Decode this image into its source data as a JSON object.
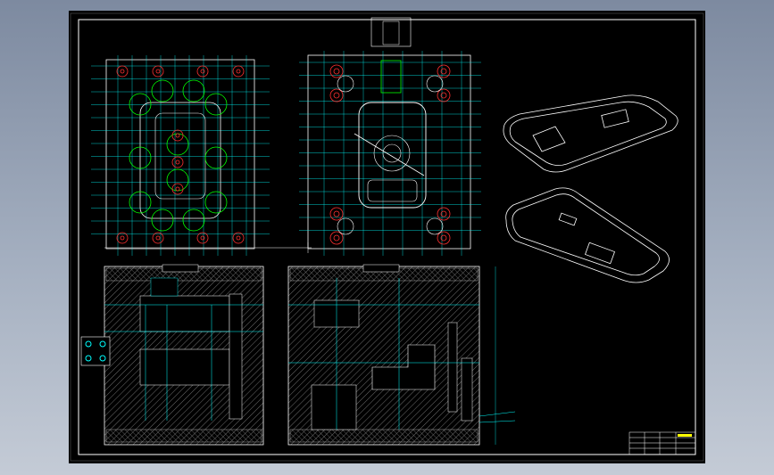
{
  "title_block": {
    "title_text": "",
    "cells": [
      "",
      "",
      "",
      "",
      "",
      ""
    ]
  },
  "colors": {
    "background_gradient_top": "#7d8aa0",
    "background_gradient_bottom": "#c4cbd6",
    "sheet": "#000000",
    "border": "#ffffff",
    "dimension": "#00ffff",
    "cooling": "#00ff00",
    "holes": "#ff3030",
    "parts": "#ffffff",
    "hatch": "#aaaaaa",
    "title_accent": "#ffff00"
  },
  "views": [
    {
      "name": "moving-half-plan-view",
      "kind": "plan"
    },
    {
      "name": "fixed-half-plan-view",
      "kind": "plan"
    },
    {
      "name": "product-isometric-top",
      "kind": "3d"
    },
    {
      "name": "product-isometric-bottom",
      "kind": "3d"
    },
    {
      "name": "section-view-left",
      "kind": "section"
    },
    {
      "name": "section-view-right",
      "kind": "section"
    }
  ]
}
